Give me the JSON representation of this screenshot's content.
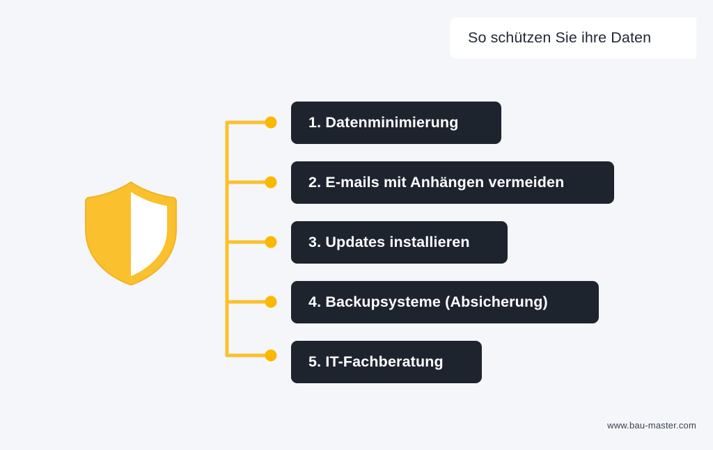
{
  "page": {
    "background_color": "#f4f6fa",
    "accent_color": "#fbc02d",
    "dark_color": "#1e242e",
    "card_color": "#ffffff"
  },
  "header": {
    "title": "So schützen Sie ihre Daten"
  },
  "icon": {
    "name": "shield-icon",
    "outline_color": "#f0b429",
    "fill_color": "#fbc02d",
    "inner_color": "#ffffff"
  },
  "steps": [
    {
      "number": "1.",
      "label": "1. Datenminimierung"
    },
    {
      "number": "2.",
      "label": "2. E-mails mit Anhängen vermeiden"
    },
    {
      "number": "3.",
      "label": "3. Updates installieren"
    },
    {
      "number": "4.",
      "label": "4. Backupsysteme (Absicherung)"
    },
    {
      "number": "5.",
      "label": "5. IT-Fachberatung"
    }
  ],
  "connector": {
    "line_color": "#fbc02d",
    "dot_color": "#fbb800",
    "dot_count": 5
  },
  "footer": {
    "website": "www.bau-master.com"
  }
}
